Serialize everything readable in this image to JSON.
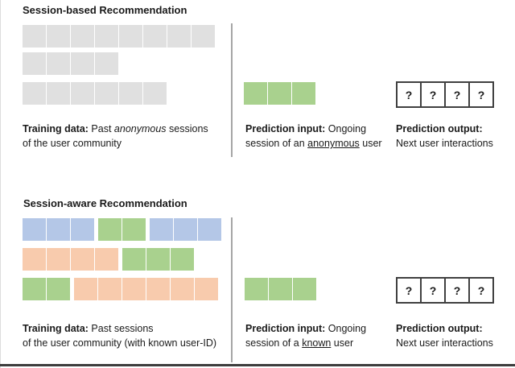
{
  "colors": {
    "gray": "#e0e0e0",
    "green": "#a9d18e",
    "blue": "#b4c7e7",
    "orange": "#f8cbad",
    "divider": "#a6a6a6",
    "box_border": "#404040",
    "bottom_rule": "#3d3d3d"
  },
  "figure": {
    "sections": [
      {
        "title": "Session-based Recommendation",
        "training_rows": [
          {
            "segments": [
              {
                "color": "gray",
                "count": 8
              }
            ]
          },
          {
            "segments": [
              {
                "color": "gray",
                "count": 4
              }
            ]
          },
          {
            "segments": [
              {
                "color": "gray",
                "count": 6
              }
            ]
          }
        ],
        "prediction_input_row": {
          "segments": [
            {
              "color": "green",
              "count": 3
            }
          ]
        },
        "prediction_output_cells": [
          "?",
          "?",
          "?",
          "?"
        ],
        "captions": {
          "training": {
            "lines": [
              {
                "parts": [
                  {
                    "t": "Training data:",
                    "b": true
                  },
                  {
                    "t": " Past "
                  },
                  {
                    "t": "anonymous",
                    "i": true
                  },
                  {
                    "t": " sessions"
                  }
                ]
              },
              {
                "parts": [
                  {
                    "t": "of the user community"
                  }
                ]
              }
            ]
          },
          "input": {
            "lines": [
              {
                "parts": [
                  {
                    "t": "Prediction input:",
                    "b": true
                  },
                  {
                    "t": " Ongoing"
                  }
                ]
              },
              {
                "parts": [
                  {
                    "t": "session of an "
                  },
                  {
                    "t": "anonymous",
                    "u": true
                  },
                  {
                    "t": " user"
                  }
                ]
              }
            ]
          },
          "output": {
            "lines": [
              {
                "parts": [
                  {
                    "t": "Prediction output:",
                    "b": true
                  }
                ]
              },
              {
                "parts": [
                  {
                    "t": "Next user interactions"
                  }
                ]
              }
            ]
          }
        }
      },
      {
        "title": "Session-aware Recommendation",
        "training_rows": [
          {
            "segments": [
              {
                "color": "blue",
                "count": 3
              },
              {
                "color": "green",
                "count": 2
              },
              {
                "color": "blue",
                "count": 3
              }
            ]
          },
          {
            "segments": [
              {
                "color": "orange",
                "count": 4
              },
              {
                "color": "green",
                "count": 3
              }
            ]
          },
          {
            "segments": [
              {
                "color": "green",
                "count": 2
              },
              {
                "color": "orange",
                "count": 6
              }
            ]
          }
        ],
        "prediction_input_row": {
          "segments": [
            {
              "color": "green",
              "count": 3
            }
          ]
        },
        "prediction_output_cells": [
          "?",
          "?",
          "?",
          "?"
        ],
        "captions": {
          "training": {
            "lines": [
              {
                "parts": [
                  {
                    "t": "Training data:",
                    "b": true
                  },
                  {
                    "t": " Past sessions"
                  }
                ]
              },
              {
                "parts": [
                  {
                    "t": "of the user community (with known user-ID)"
                  }
                ]
              }
            ]
          },
          "input": {
            "lines": [
              {
                "parts": [
                  {
                    "t": "Prediction input:",
                    "b": true
                  },
                  {
                    "t": " Ongoing"
                  }
                ]
              },
              {
                "parts": [
                  {
                    "t": "session of a "
                  },
                  {
                    "t": "known",
                    "u": true
                  },
                  {
                    "t": " user"
                  }
                ]
              }
            ]
          },
          "output": {
            "lines": [
              {
                "parts": [
                  {
                    "t": "Prediction output:",
                    "b": true
                  }
                ]
              },
              {
                "parts": [
                  {
                    "t": "Next user interactions"
                  }
                ]
              }
            ]
          }
        }
      }
    ]
  }
}
